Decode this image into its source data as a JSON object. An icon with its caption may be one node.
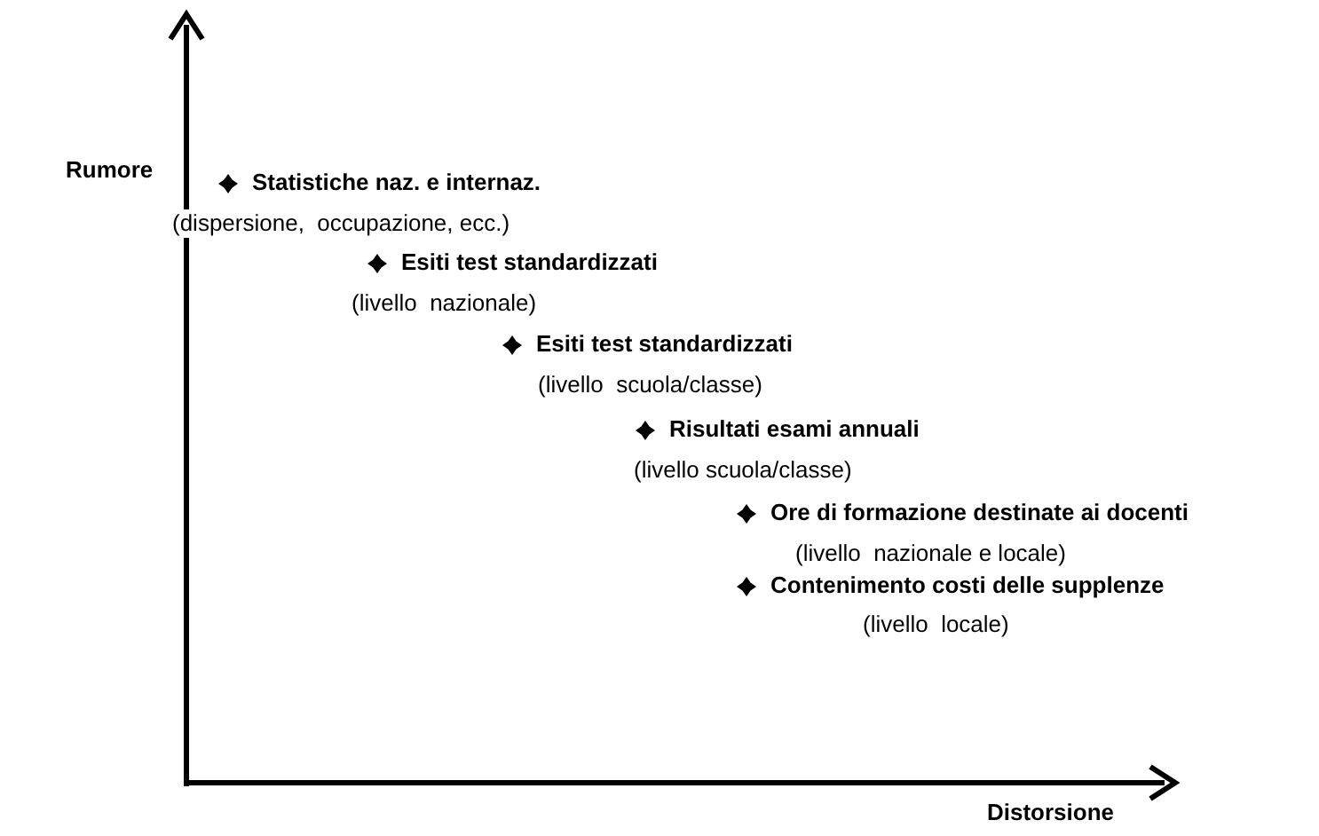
{
  "diagram": {
    "labels": [
      "Rumore",
      "Statistiche naz. e internaz.",
      "(dispersione,  occupazione, ecc.)",
      "Esiti test standardizzati",
      "(livello  nazionale)",
      "Esiti test standardizzati",
      "(livello  scuola/classe)",
      "Risultati esami annuali",
      "(livello scuola/classe)",
      "Ore di formazione destinate ai docenti",
      "(livello  nazionale e locale)",
      "Contenimento costi delle supplenze",
      "(livello  locale)",
      "Distorsione"
    ]
  }
}
